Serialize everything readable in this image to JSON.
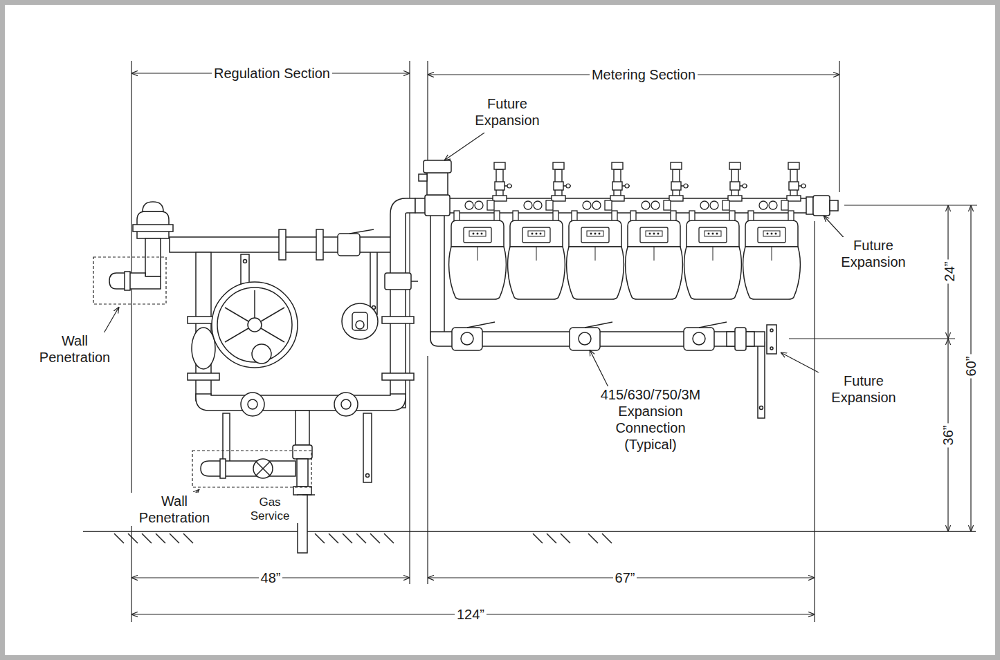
{
  "diagram": {
    "labels": [
      "Regulation Section",
      "Metering Section",
      "Future Expansion",
      "Future Expansion",
      "Wall Penetration",
      "24”",
      "60”",
      "Future Expansion",
      "415/630/750/3M Expansion Connection (Typical)",
      "36”",
      "Wall Penetration",
      "Gas Service",
      "48”",
      "67”",
      "124”"
    ]
  }
}
